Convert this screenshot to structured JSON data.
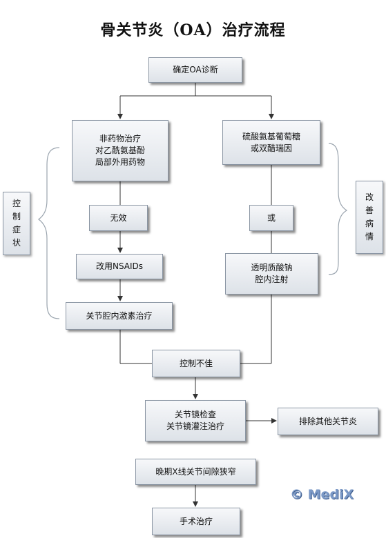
{
  "title": "骨关节炎（OA）治疗流程",
  "nodes": {
    "confirm": [
      "确定OA诊断"
    ],
    "nondrug": [
      "非药物治疗",
      "对乙酰氨基酚",
      "局部外用药物"
    ],
    "glucosamine": [
      "硫酸氨基葡萄糖",
      "或双醋瑞因"
    ],
    "ineffective": [
      "无效"
    ],
    "or": [
      "或"
    ],
    "nsaids": [
      "改用NSAIDs"
    ],
    "hyaluronate": [
      "透明质酸钠",
      "腔内注射"
    ],
    "steroid": [
      "关节腔内激素治疗"
    ],
    "poor_control": [
      "控制不佳"
    ],
    "arthroscopy": [
      "关节镜检查",
      "关节镜灌注治疗"
    ],
    "exclude": [
      "排除其他关节炎"
    ],
    "late_xray": [
      "晚期X线关节间隙狭窄"
    ],
    "surgery": [
      "手术治疗"
    ]
  },
  "side_labels": {
    "left": "控制症状",
    "right": "改善病情"
  },
  "watermark": "© MediX",
  "colors": {
    "line": "#333333",
    "box_border": "#8a95a3",
    "brace": "#9aa4ae",
    "watermark": "#7a98c6"
  }
}
